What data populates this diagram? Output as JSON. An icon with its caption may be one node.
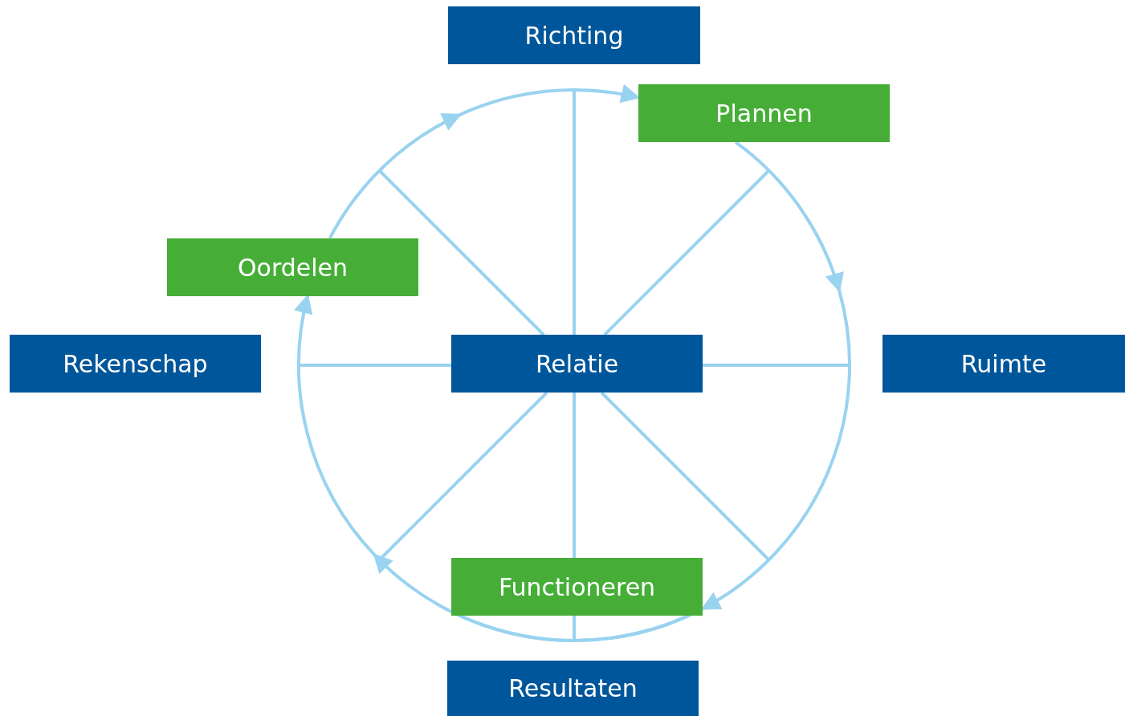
{
  "diagram": {
    "nodes": [
      {
        "text": [
          "Richting"
        ]
      },
      {
        "text": [
          "Plannen"
        ]
      },
      {
        "text": [
          "Oordelen"
        ]
      },
      {
        "text": [
          "Rekenschap"
        ]
      },
      {
        "text": [
          "Relatie"
        ]
      },
      {
        "text": [
          "Ruimte"
        ]
      },
      {
        "text": [
          "Functioneren"
        ]
      },
      {
        "text": [
          "Resultaten"
        ]
      }
    ],
    "edges": [
      {
        "from": 2,
        "to": 1,
        "arrow": "to"
      },
      {
        "from": 1,
        "to": 6,
        "arrow": "to"
      },
      {
        "from": 6,
        "to": 2,
        "arrow": "to"
      },
      {
        "from": 4,
        "to": null,
        "arrow": "none"
      },
      {
        "from": 4,
        "to": 6,
        "arrow": "none"
      },
      {
        "from": 4,
        "to": null,
        "arrow": "none"
      },
      {
        "from": 4,
        "to": null,
        "arrow": "none"
      },
      {
        "from": 4,
        "to": null,
        "arrow": "none"
      },
      {
        "from": 4,
        "to": null,
        "arrow": "none"
      },
      {
        "from": 4,
        "to": null,
        "arrow": "none"
      },
      {
        "from": 4,
        "to": null,
        "arrow": "none"
      }
    ]
  }
}
